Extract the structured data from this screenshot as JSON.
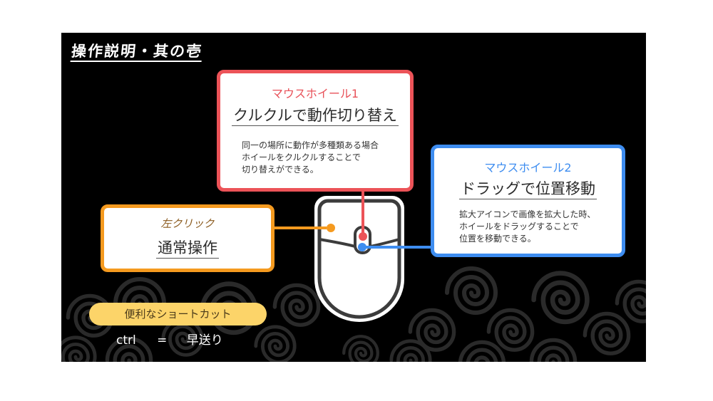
{
  "slide": {
    "title": "操作説明・其の壱",
    "background_color": "#000000",
    "pattern_color": "#2a2a2a"
  },
  "cards": {
    "wheel1": {
      "kicker": "マウスホイール1",
      "heading": "クルクルで動作切り替え",
      "body_lines": [
        "同一の場所に動作が多種類ある場合",
        "ホイールをクルクルすることで",
        "切り替えができる。"
      ],
      "accent": "#ec5358"
    },
    "wheel2": {
      "kicker": "マウスホイール2",
      "heading": "ドラッグで位置移動",
      "body_lines": [
        "拡大アイコンで画像を拡大した時、",
        "ホイールをドラッグすることで",
        "位置を移動できる。"
      ],
      "accent": "#3e8df0"
    },
    "left_click": {
      "kicker": "左クリック",
      "heading": "通常操作",
      "accent": "#f59a1f"
    }
  },
  "shortcut": {
    "label": "便利なショートカット",
    "key": "ctrl",
    "equals": "=",
    "action": "早送り",
    "pill_color": "#fcd469"
  },
  "mouse": {
    "icon": "mouse-icon",
    "body_color": "#ffffff",
    "outline_color": "#3c3c3c"
  }
}
